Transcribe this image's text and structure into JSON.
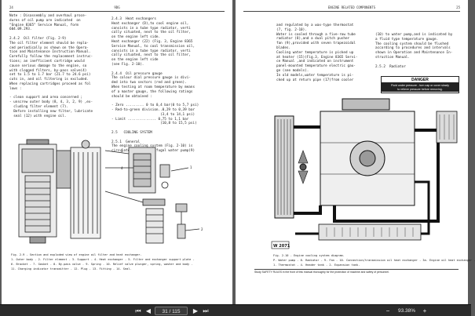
{
  "left_page": {
    "header": {
      "left": "24",
      "center": "9DG",
      "right": ""
    },
    "text": [
      "Note : Disassembly and overhaul proce-",
      "dures of oil pump are indicated  on",
      "\"Engine 8365\" Service Manual, form",
      "604.09.293.",
      "",
      "2.4.2  Oil filter (Fig. 2-9)",
      "The oil filter element should be repla-",
      "ced periodically as shown on the Opera-",
      "tion and Maintenance Instruction Manual.",
      "Carefully follow the replacement instruc-",
      "tions; an inefficient cartridge would",
      "cause serious damage to the engine, so",
      "with clogged filters, by-pass valve(4)",
      "set to 1.5 to 1.7 bar (21.7 to 24.6 psi)",
      "cuts in, and oil filtering is excluded.",
      "When replacing cartridges proceed as fol",
      "lows :",
      "",
      "- clean support and area concerned ;",
      "- unscrew outer body (8, 4, 3, 2, 9) ,ex-",
      "  cluding filter element (7).",
      "  Before installing new filter, lubricate",
      "  seal (12) with engine oil."
    ],
    "sub_text": [
      "2.4.3  Heat exchangers",
      "Heat exchanger (D),to cool engine oil,",
      "consists in a tube type radiator, verti",
      "cally situated, next to the oil filter,",
      "on the engine left side.",
      "Heat exchanger (22) (Fig. 3, Engine 8365",
      "Service Manual, to cool transmission oil,",
      "consists in a tube type radiator, verti",
      "cally situated, next to the oil filter,",
      "on the engine left side",
      "(see Fig. 2-10).",
      "",
      "2.4.4  Oil pressure gauge",
      "The colour dial pressure gauge is divi-",
      "ded into two sectors (red and green).",
      "When testing at room temperature by means",
      "of a master gauge, the following ratings",
      "should be obtained :",
      "",
      "- Zero ......... 0 to 0,4 bar(0 to 5,7 psi)",
      "- Red-to-green division..0,29 to 0,39 bar",
      "                        (3,4 to 14,1 psi)",
      "- Limit .............. 0,75 to 1,1 bar",
      "                        (10,8 to 15,5 psi)",
      "",
      "2.5   COOLING SYSTEM",
      "",
      "2.5.1  General",
      "The engine cooling system (Fig. 2-10) is",
      "circulated by a centrifugal water pump(9)"
    ],
    "caption": [
      "Fig. 2-9 - Section and exploded view of engine oil filter and heat  exchanger.",
      "1. Outer body - 2. Filter element - 3. Support - 4. Heat exchanger - 5. Filter and exchanger support plate -",
      "6. Bracket - 7. Gasket - 8. By-pass valve - 9. Spring - 10. Relief valve plunger, spring, washer and body -",
      "11. Charging indicator transmitter - 12. Plug - 13. Fitting - 14. Seal."
    ]
  },
  "right_page": {
    "header": {
      "left": "",
      "center": "ENGINE RELATED COMPONENTS",
      "right": "25"
    },
    "text_left": [
      "and regulated by a wax-type thermostat",
      "(7, fig. 2-10).",
      "Water is cooled through a five-row tube",
      "radiator (8),and a dual pitch pusher",
      "fan (9),provided with seven trapezoidal",
      "blades.",
      "Cooling water temperature is picked up",
      "at heater (15)(Fig.3, Engine 8365 Servi-",
      "ce Manual ,and indicated on instrument",
      "panel-mounted temperature electric gau-",
      "ge (see models).",
      "In old models,water temperature is pi-",
      "cked up at return pipe (17)from cooler"
    ],
    "text_right": [
      "(10) to water pump,and is indicated by",
      "a fluid type temperature gauge.",
      "The cooling system should be flushed",
      "according to procedures and intervals",
      "shown in Operation and Maintenance In-",
      "struction Manual.",
      "",
      "2.5.2  Radiator"
    ],
    "danger": {
      "title": "DANGER",
      "lines": [
        "Fluid under pressure - turn cap or cover slowly",
        "to relieve pressure before removing."
      ]
    },
    "figure_label": "W 2071",
    "caption": [
      "Fig. 2-10 - Engine cooling system diagram.",
      "P. Water pump - 8. Radiator - 9. Fan - 10. Connection/transmission oil heat exchanger - 3a. Engine oil heat exchanger -",
      "1. Thermostat - 4. Header tank - 2. Expansion tank."
    ],
    "footnote": "Study SAFETY RULES in the front of this manual thoroughly for the protection of machine and safety of personnel."
  },
  "viewer_toolbar": {
    "page_indicator": "31 / 115",
    "zoom_level": "93.38%",
    "buttons": {
      "first": "⏮",
      "prev": "◀",
      "next": "▶",
      "last": "⏭",
      "zoom_out": "−",
      "zoom_in": "+"
    }
  }
}
